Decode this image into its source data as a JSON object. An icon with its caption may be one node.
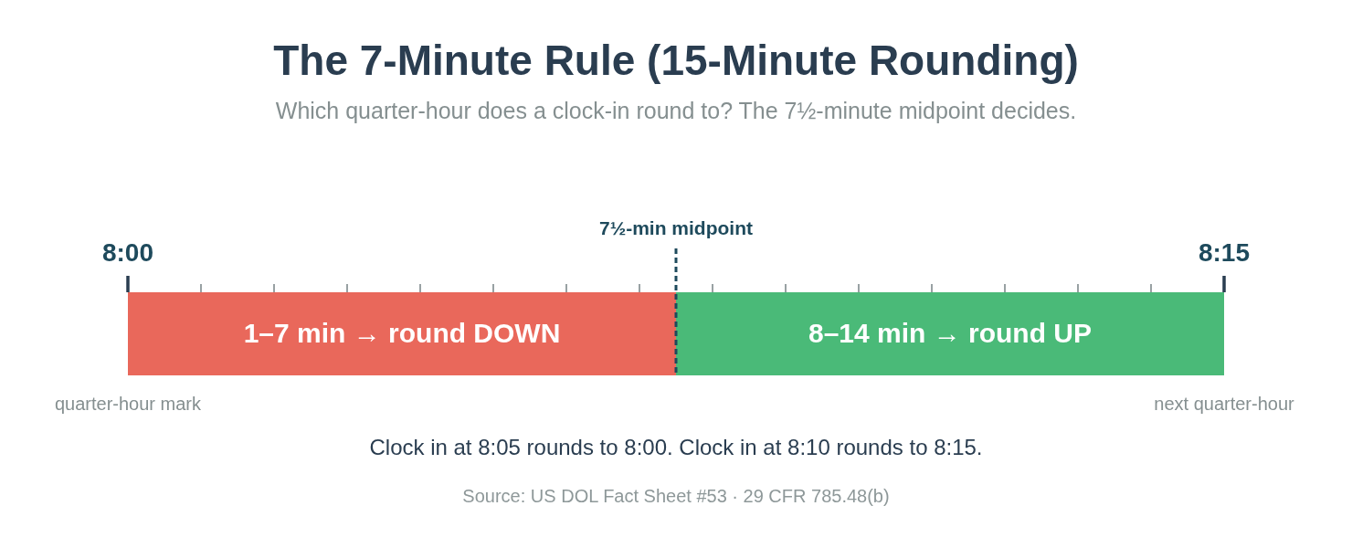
{
  "diagram": {
    "title": "The 7-Minute Rule (15-Minute Rounding)",
    "caption": "Source: US DOL Fact Sheet #53 · 29 CFR 785.48(b)",
    "nodes": [
      {
        "text": [
          "1–7 min → round DOWN"
        ]
      },
      {
        "text": [
          "8–14 min → round UP"
        ]
      }
    ],
    "labels": [
      "Which quarter-hour does a clock-in round to? The 7½-minute midpoint decides.",
      "7½-min midpoint",
      "8:00",
      "8:15",
      "quarter-hour mark",
      "next quarter-hour",
      "Clock in at 8:05 rounds to 8:00. Clock in at 8:10 rounds to 8:15."
    ]
  }
}
